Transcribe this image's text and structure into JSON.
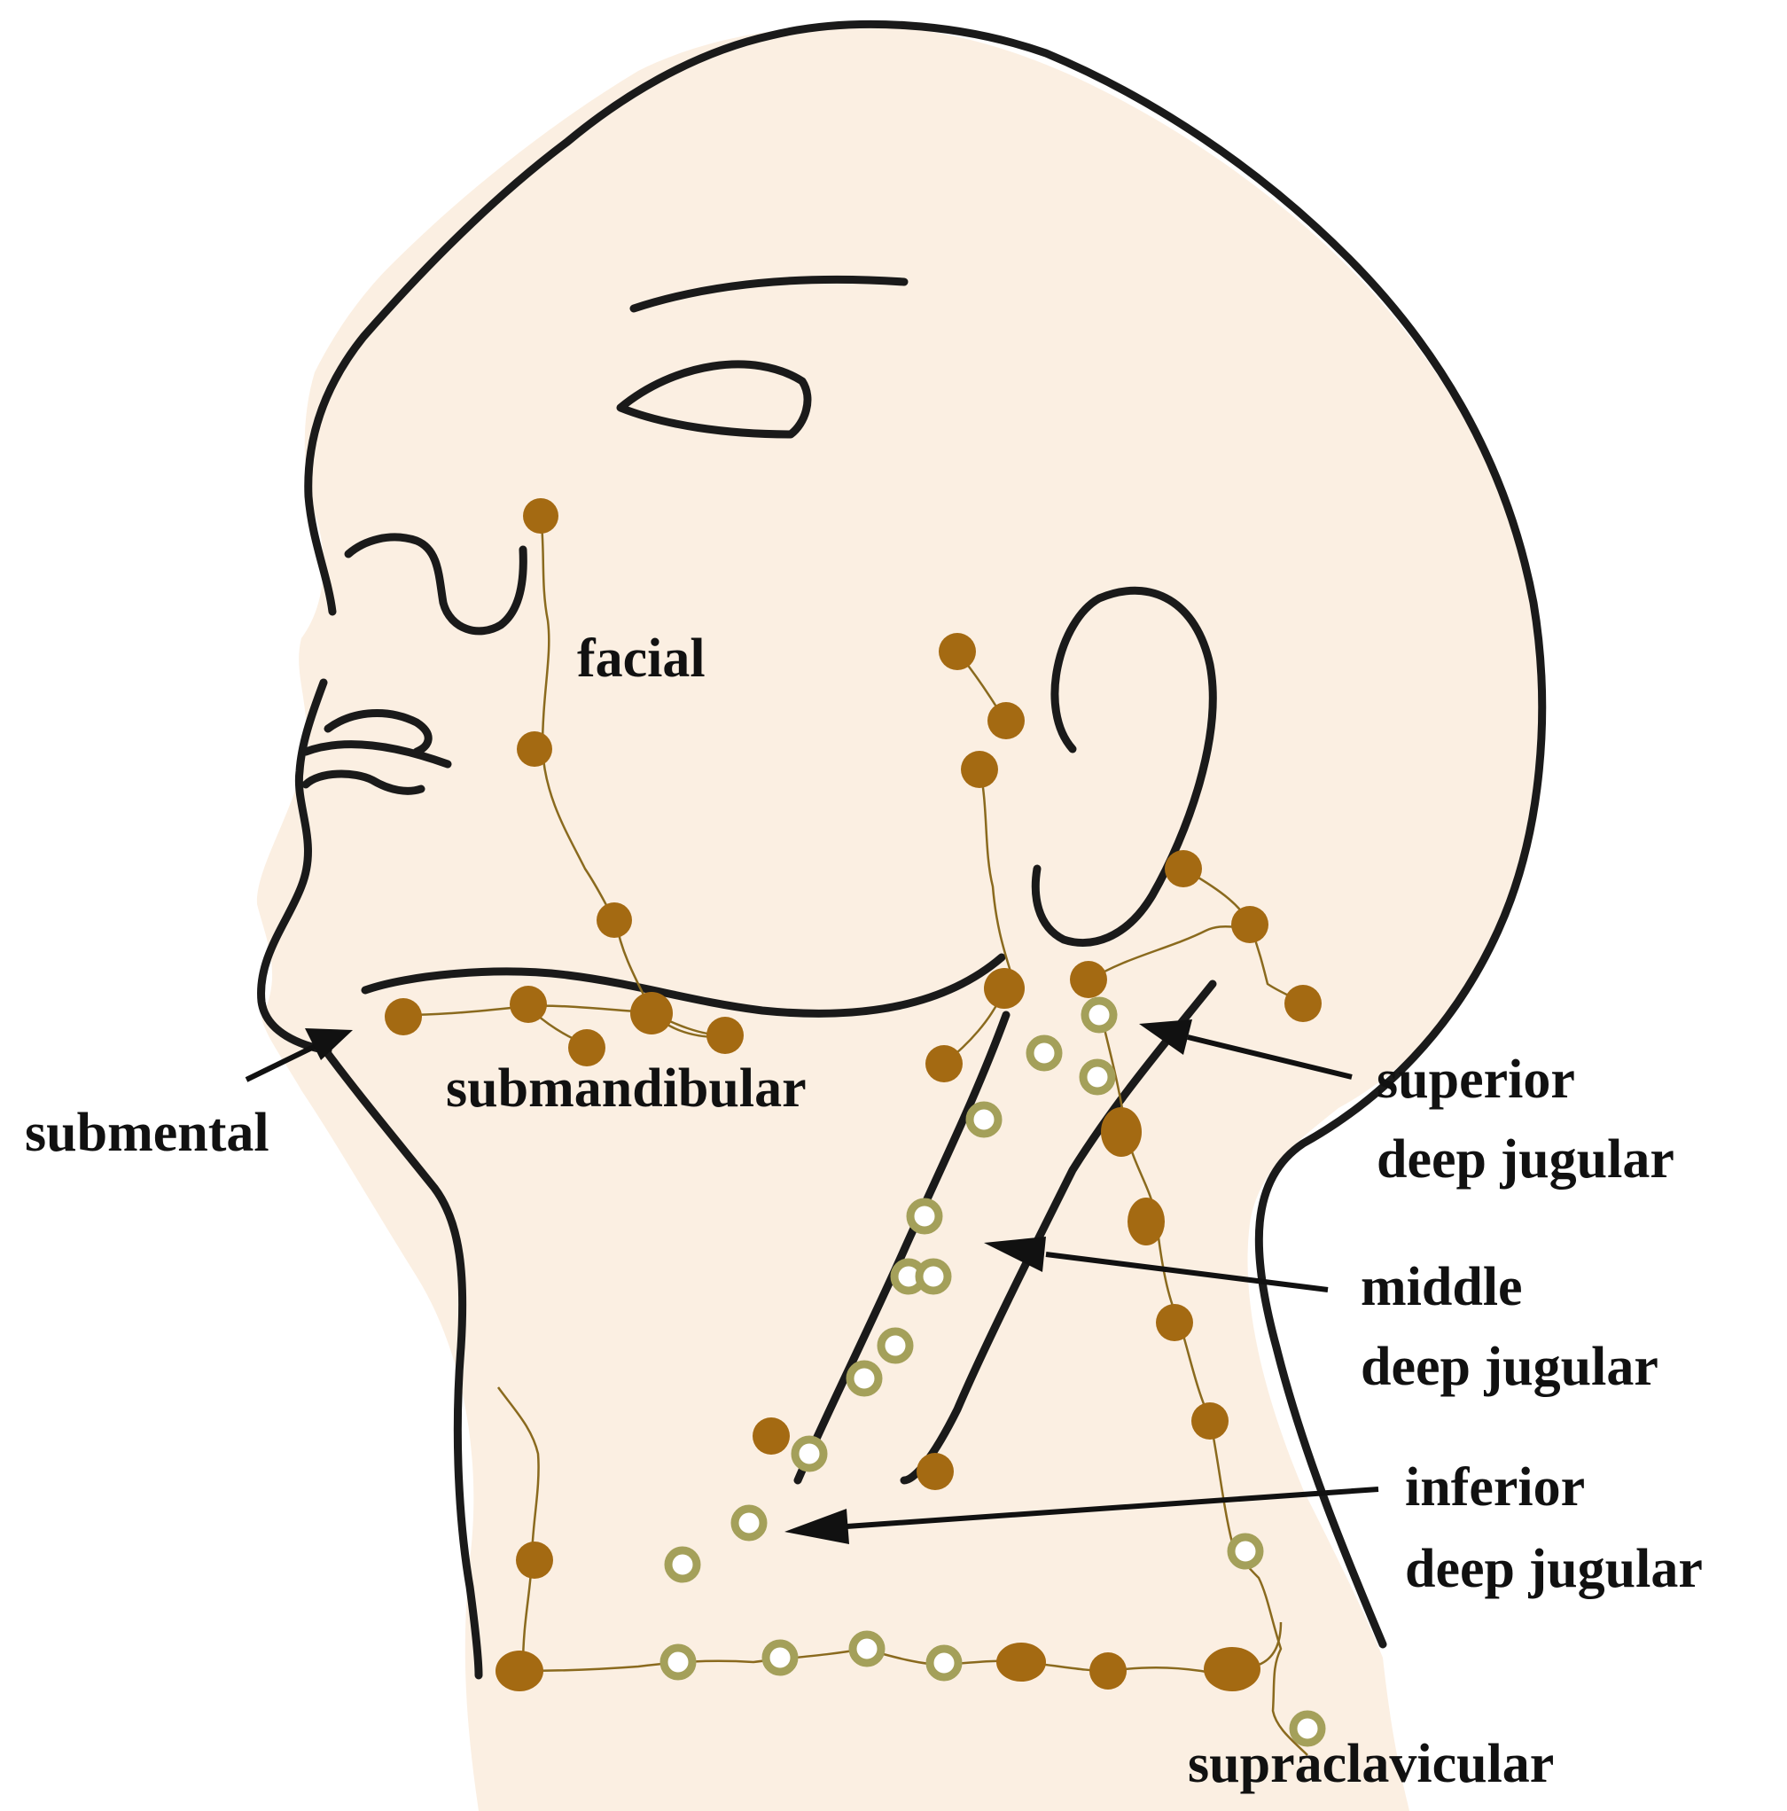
{
  "colors": {
    "skin": "#fbefe2",
    "outline": "#1a1a1a",
    "node_fill": "#a46a12",
    "node_open_stroke": "#a4a05a",
    "vessel": "#8a6a1e"
  },
  "labels": {
    "facial": "facial",
    "submental": "submental",
    "submandibular": "submandibular",
    "superior": [
      "superior",
      "deep jugular"
    ],
    "middle": [
      "middle",
      "deep jugular"
    ],
    "inferior": [
      "inferior",
      "deep jugular"
    ],
    "supraclavicular": "supraclavicular"
  },
  "legend_semantics": {
    "filled_node": "lymph-node-filled",
    "open_node": "lymph-node-open"
  }
}
